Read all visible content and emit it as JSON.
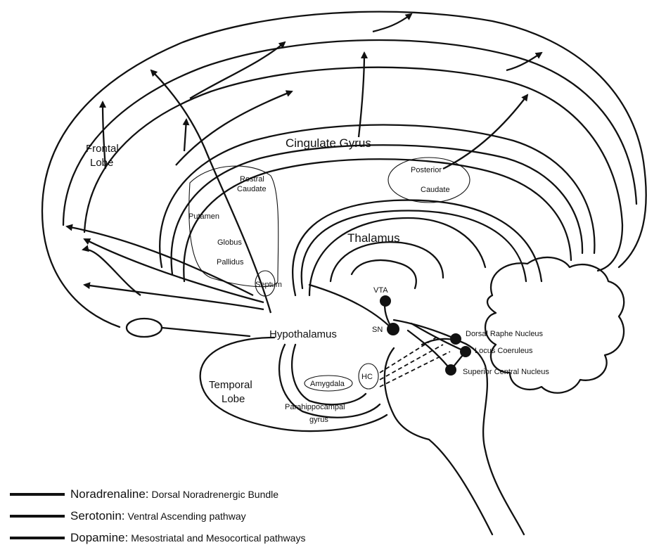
{
  "labels": {
    "frontal_lobe": [
      "Frontal",
      "Lobe"
    ],
    "cingulate_gyrus": "Cingulate Gyrus",
    "rostral_caudate": [
      "Rostral",
      "Caudate"
    ],
    "putamen": "Putamen",
    "globus_pallidus": [
      "Globus",
      "Pallidus"
    ],
    "septum": "Septum",
    "posterior_caudate": [
      "Posterior",
      "Caudate"
    ],
    "thalamus": "Thalamus",
    "vta": "VTA",
    "sn": "SN",
    "hypothalamus": "Hypothalamus",
    "dorsal_raphe": "Dorsal Raphe Nucleus",
    "locus_coeruleus": "Locus Coeruleus",
    "superior_central": "Superior Central Nucleus",
    "temporal_lobe": [
      "Temporal",
      "Lobe"
    ],
    "amygdala": "Amygdala",
    "hc": "HC",
    "parahippocampal": [
      "Parahippocampal",
      "gyrus"
    ]
  },
  "legend": [
    {
      "name": "Noradrenaline:",
      "desc": "Dorsal Noradrenergic Bundle"
    },
    {
      "name": "Serotonin:",
      "desc": "Ventral Ascending pathway"
    },
    {
      "name": "Dopamine:",
      "desc": "Mesostriatal and Mesocortical pathways"
    }
  ]
}
